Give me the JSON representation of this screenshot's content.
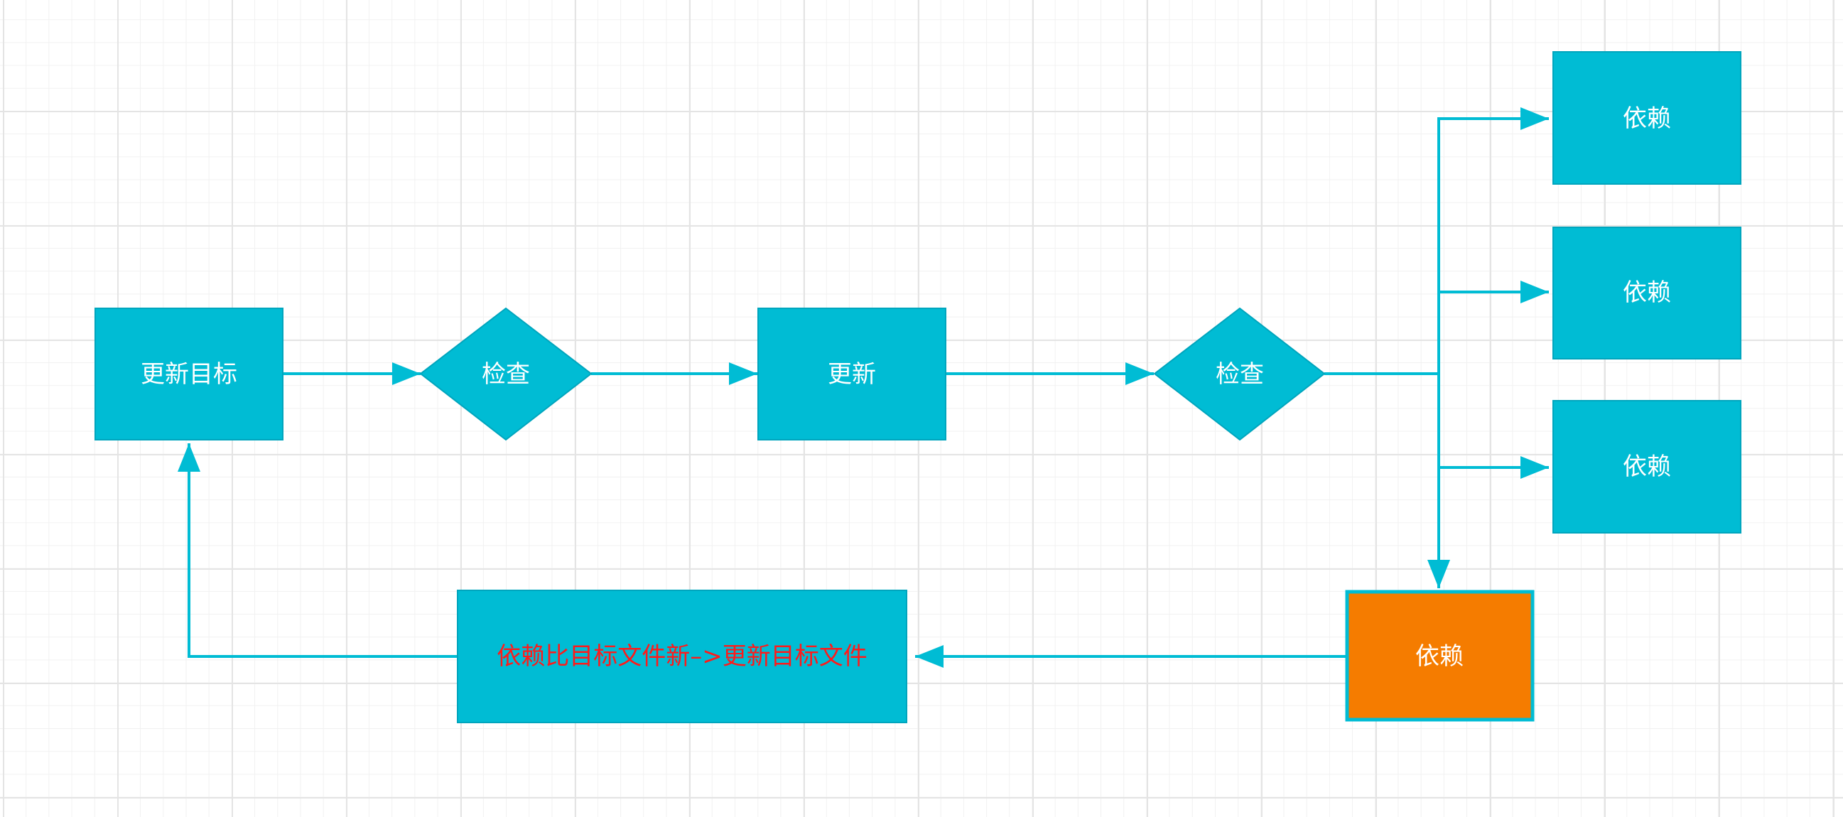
{
  "colors": {
    "node_fill": "#00bcd4",
    "node_stroke": "#00a5bd",
    "highlight_fill": "#f57c00",
    "highlight_stroke": "#00bcd4",
    "edge": "#00bcd4",
    "highlight_text": "#ff1a1a"
  },
  "nodes": {
    "update_target": {
      "label": "更新目标",
      "shape": "rectangle"
    },
    "check_1": {
      "label": "检查",
      "shape": "diamond"
    },
    "update": {
      "label": "更新",
      "shape": "rectangle"
    },
    "check_2": {
      "label": "检查",
      "shape": "diamond"
    },
    "dependency_1": {
      "label": "依赖",
      "shape": "rectangle"
    },
    "dependency_2": {
      "label": "依赖",
      "shape": "rectangle"
    },
    "dependency_3": {
      "label": "依赖",
      "shape": "rectangle"
    },
    "dependency_4": {
      "label": "依赖",
      "shape": "rectangle",
      "highlight": true
    },
    "newer_rule": {
      "label": "依赖比目标文件新–>更新目标文件",
      "shape": "rectangle"
    }
  },
  "edges": [
    {
      "from": "update_target",
      "to": "check_1"
    },
    {
      "from": "check_1",
      "to": "update"
    },
    {
      "from": "update",
      "to": "check_2"
    },
    {
      "from": "check_2",
      "to": "dependency_1"
    },
    {
      "from": "check_2",
      "to": "dependency_2"
    },
    {
      "from": "check_2",
      "to": "dependency_3"
    },
    {
      "from": "check_2",
      "to": "dependency_4"
    },
    {
      "from": "dependency_4",
      "to": "newer_rule"
    },
    {
      "from": "newer_rule",
      "to": "update_target"
    }
  ]
}
